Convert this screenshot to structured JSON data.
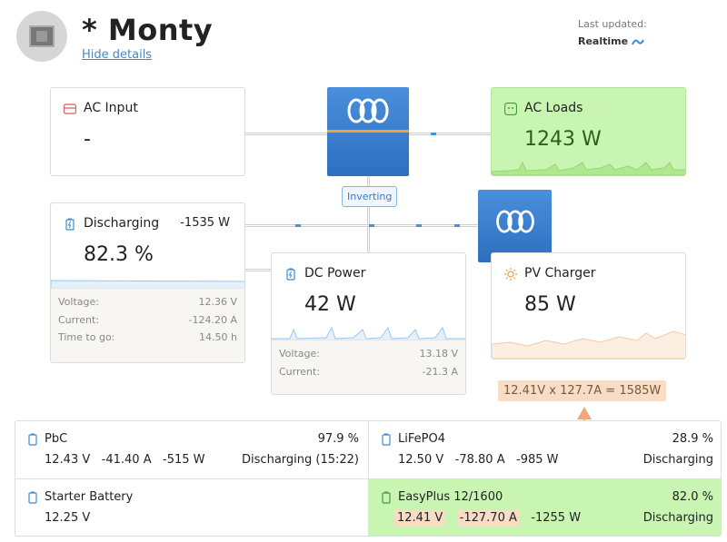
{
  "header": {
    "title": "* Monty",
    "hide_details": "Hide details",
    "last_updated_label": "Last updated:",
    "last_updated_value": "Realtime",
    "realtime_icon": "wave-icon"
  },
  "ac_input": {
    "title": "AC Input",
    "value": "-",
    "icon": "ac-plug-icon"
  },
  "ac_loads": {
    "title": "AC Loads",
    "value": "1243 W",
    "icon": "outlet-icon"
  },
  "inverter": {
    "mode": "Inverting",
    "logo": "victron-logo"
  },
  "battery": {
    "title": "Discharging",
    "power": "-1535 W",
    "value": "82.3 %",
    "icon": "battery-icon",
    "details": [
      {
        "label": "Voltage:",
        "value": "12.36 V"
      },
      {
        "label": "Current:",
        "value": "-124.20 A"
      },
      {
        "label": "Time to go:",
        "value": "14.50 h"
      }
    ]
  },
  "dc_power": {
    "title": "DC Power",
    "value": "42 W",
    "icon": "battery-icon",
    "details": [
      {
        "label": "Voltage:",
        "value": "13.18 V"
      },
      {
        "label": "Current:",
        "value": "-21.3 A"
      }
    ]
  },
  "pv_charger": {
    "title": "PV Charger",
    "value": "85 W",
    "icon": "sun-icon"
  },
  "annotation": {
    "formula": "12.41V x 127.7A = 1585W"
  },
  "batteries": [
    {
      "name": "PbC",
      "soc": "97.9 %",
      "voltage": "12.43 V",
      "current": "-41.40 A",
      "power": "-515 W",
      "state": "Discharging (15:22)",
      "highlight": false
    },
    {
      "name": "LiFePO4",
      "soc": "28.9 %",
      "voltage": "12.50 V",
      "current": "-78.80 A",
      "power": "-985 W",
      "state": "Discharging",
      "highlight": false
    },
    {
      "name": "Starter Battery",
      "soc": "",
      "voltage": "12.25 V",
      "current": "",
      "power": "",
      "state": "",
      "highlight": false
    },
    {
      "name": "EasyPlus 12/1600",
      "soc": "82.0 %",
      "voltage": "12.41 V",
      "current": "-127.70 A",
      "power": "-1255 W",
      "state": "Discharging",
      "highlight": true
    }
  ],
  "colors": {
    "accent_blue": "#3a8bd9",
    "green_card": "#c8f5b2",
    "annotation_orange": "#f0a878",
    "inverter_stripe": "#f2a23a"
  }
}
